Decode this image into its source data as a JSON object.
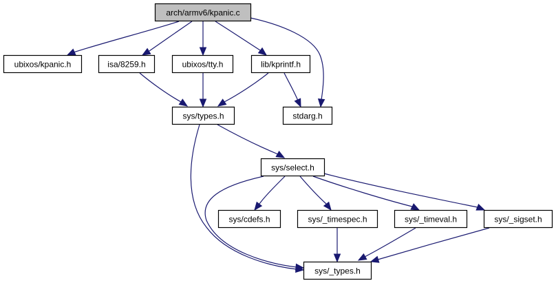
{
  "diagram": {
    "type": "include-dependency-graph",
    "root": "arch/armv6/kpanic.c",
    "colors": {
      "root_fill": "#bfbfbf",
      "node_fill": "#ffffff",
      "node_border": "#000000",
      "edge": "#191970"
    },
    "nodes": [
      {
        "id": "kpanic_c",
        "label": "arch/armv6/kpanic.c",
        "root": true
      },
      {
        "id": "ubixos_kpanic_h",
        "label": "ubixos/kpanic.h"
      },
      {
        "id": "isa_8259_h",
        "label": "isa/8259.h"
      },
      {
        "id": "ubixos_tty_h",
        "label": "ubixos/tty.h"
      },
      {
        "id": "lib_kprintf_h",
        "label": "lib/kprintf.h"
      },
      {
        "id": "sys_types_h",
        "label": "sys/types.h"
      },
      {
        "id": "stdarg_h",
        "label": "stdarg.h"
      },
      {
        "id": "sys_select_h",
        "label": "sys/select.h"
      },
      {
        "id": "sys_cdefs_h",
        "label": "sys/cdefs.h"
      },
      {
        "id": "sys_timespec_h",
        "label": "sys/_timespec.h"
      },
      {
        "id": "sys_timeval_h",
        "label": "sys/_timeval.h"
      },
      {
        "id": "sys_sigset_h",
        "label": "sys/_sigset.h"
      },
      {
        "id": "sys__types_h",
        "label": "sys/_types.h"
      }
    ],
    "edges": [
      {
        "from": "kpanic_c",
        "to": "ubixos_kpanic_h"
      },
      {
        "from": "kpanic_c",
        "to": "isa_8259_h"
      },
      {
        "from": "kpanic_c",
        "to": "ubixos_tty_h"
      },
      {
        "from": "kpanic_c",
        "to": "lib_kprintf_h"
      },
      {
        "from": "kpanic_c",
        "to": "stdarg_h"
      },
      {
        "from": "isa_8259_h",
        "to": "sys_types_h"
      },
      {
        "from": "ubixos_tty_h",
        "to": "sys_types_h"
      },
      {
        "from": "lib_kprintf_h",
        "to": "sys_types_h"
      },
      {
        "from": "lib_kprintf_h",
        "to": "stdarg_h"
      },
      {
        "from": "sys_types_h",
        "to": "sys_select_h"
      },
      {
        "from": "sys_types_h",
        "to": "sys__types_h"
      },
      {
        "from": "sys_select_h",
        "to": "sys_cdefs_h"
      },
      {
        "from": "sys_select_h",
        "to": "sys_timespec_h"
      },
      {
        "from": "sys_select_h",
        "to": "sys_timeval_h"
      },
      {
        "from": "sys_select_h",
        "to": "sys_sigset_h"
      },
      {
        "from": "sys_select_h",
        "to": "sys__types_h"
      },
      {
        "from": "sys_timespec_h",
        "to": "sys__types_h"
      },
      {
        "from": "sys_timeval_h",
        "to": "sys__types_h"
      },
      {
        "from": "sys_sigset_h",
        "to": "sys__types_h"
      }
    ]
  }
}
